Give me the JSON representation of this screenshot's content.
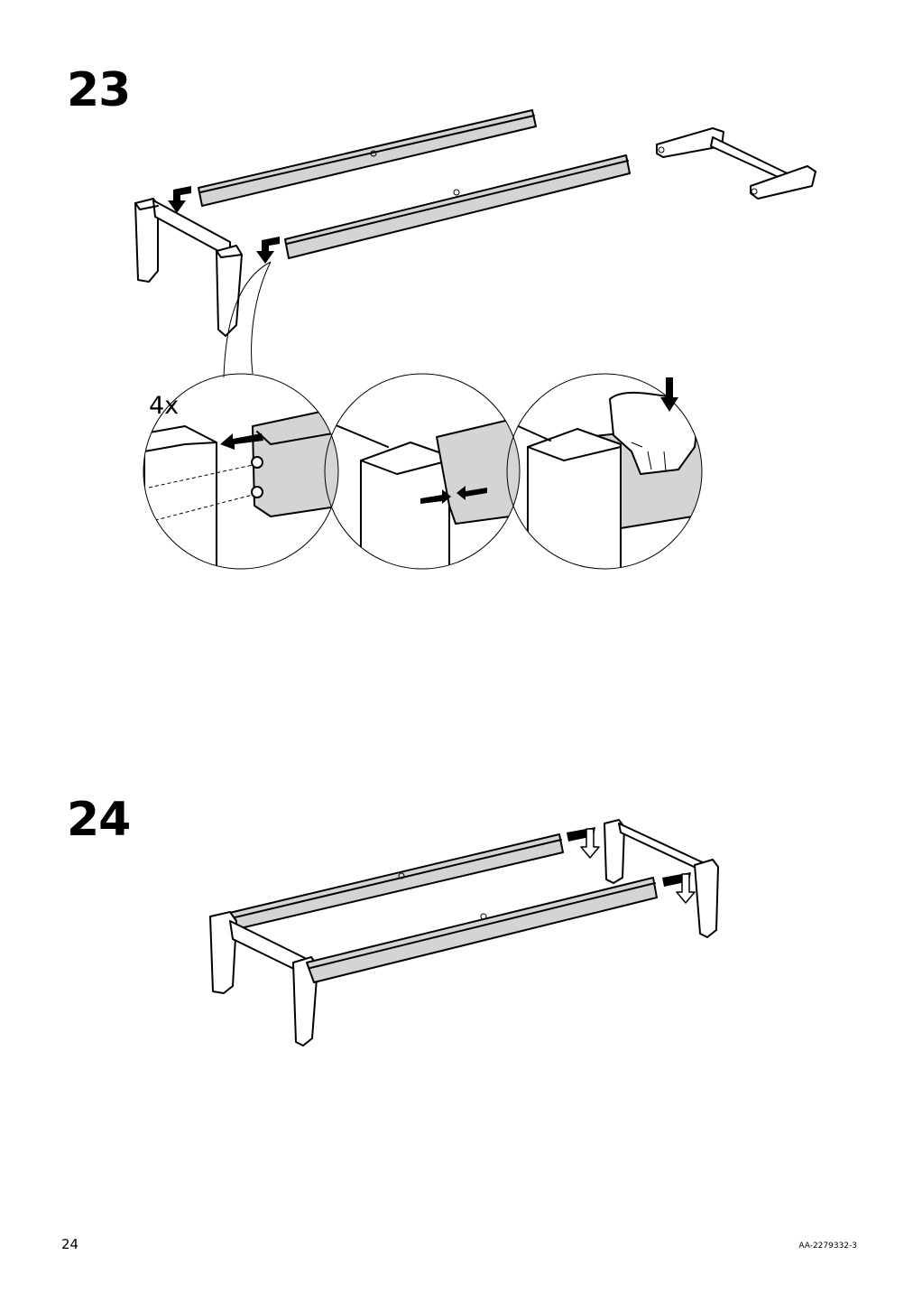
{
  "steps": [
    {
      "number": "23",
      "quantity_label": "4x"
    },
    {
      "number": "24"
    }
  ],
  "footer": {
    "page_number": "24",
    "document_code": "AA-2279332-3"
  },
  "colors": {
    "rail_fill": "#d4d4d4",
    "line": "#000000",
    "background": "#ffffff"
  }
}
